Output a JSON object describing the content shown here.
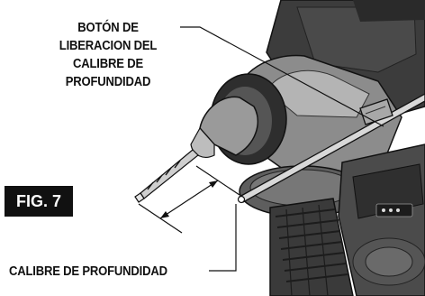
{
  "figure": {
    "label": "FIG. 7"
  },
  "callouts": {
    "depth_gauge_release_button": "BOTÓN DE\nLIBERACION DEL\nCALIBRE DE\nPROFUNDIDAD",
    "depth_gauge": "CALIBRE DE PROFUNDIDAD"
  }
}
